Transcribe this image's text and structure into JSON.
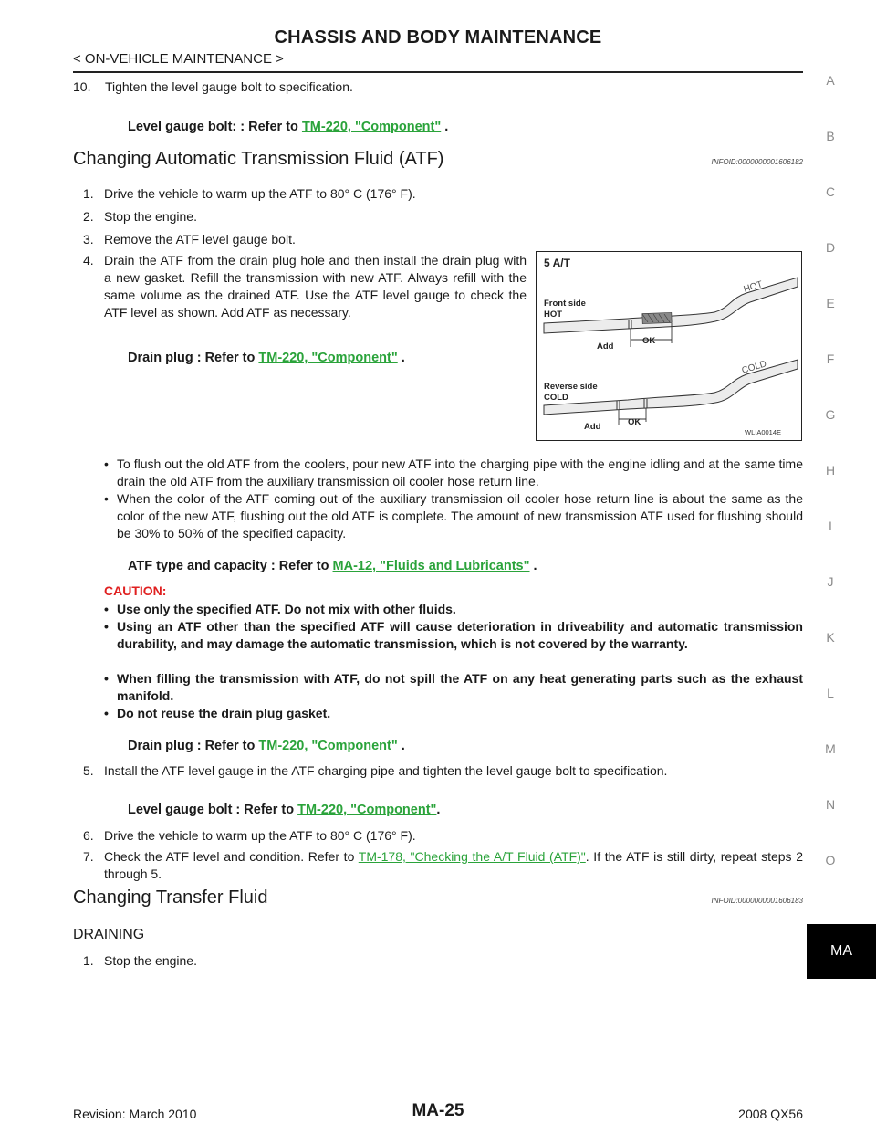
{
  "header": {
    "title": "CHASSIS AND BODY MAINTENANCE",
    "breadcrumb": "< ON-VEHICLE MAINTENANCE >"
  },
  "side_index": [
    "A",
    "B",
    "C",
    "D",
    "E",
    "F",
    "G",
    "H",
    "I",
    "J",
    "K",
    "L",
    "M",
    "N",
    "O"
  ],
  "section_tab": "MA",
  "top": {
    "step10_num": "10.",
    "step10_text": "Tighten the level gauge bolt to specification.",
    "spec_label": "Level gauge bolt:    : Refer to ",
    "spec_link": "TM-220, \"Component\"",
    "spec_tail": " ."
  },
  "atf": {
    "heading": "Changing Automatic Transmission Fluid (ATF)",
    "infoid": "INFOID:0000000001606182",
    "steps": [
      {
        "num": "1.",
        "text": "Drive the vehicle to warm up the ATF to 80° C (176° F)."
      },
      {
        "num": "2.",
        "text": "Stop the engine."
      },
      {
        "num": "3.",
        "text": "Remove the ATF level gauge bolt."
      },
      {
        "num": "4.",
        "text": "Drain the ATF from the drain plug hole and then install the drain plug with a new gasket. Refill the transmission with new ATF. Always refill with the same volume as the drained ATF. Use the ATF level gauge to check the ATF level as shown. Add ATF as necessary."
      }
    ],
    "drain_spec": {
      "label": "Drain plug        : Refer to ",
      "link": "TM-220, \"Component\"",
      "tail": " ."
    },
    "bullets": [
      "To flush out the old ATF from the coolers, pour new ATF into the charging pipe with the engine idling and at the same time drain the old ATF from the auxiliary transmission oil cooler hose return line.",
      "When the color of the ATF coming out of the auxiliary transmission oil cooler hose return line is about the same as the color of the new ATF, flushing out the old ATF is complete. The amount of new transmission ATF used for flushing should be 30% to 50% of the specified capacity."
    ],
    "type_spec": {
      "label": "ATF type and capacity          : Refer to ",
      "link": "MA-12, \"Fluids and Lubricants\"",
      "tail": " ."
    },
    "caution_title": "CAUTION:",
    "cautions": [
      "Use only the specified ATF. Do not mix with other fluids.",
      "Using an ATF other than the specified ATF will cause deterioration in driveability and automatic transmission durability, and may damage the automatic transmission, which is not covered by the warranty.",
      "When filling the transmission with ATF, do not spill the ATF on any heat generating parts such as the exhaust manifold.",
      "Do not reuse the drain plug gasket."
    ],
    "drain_spec2": {
      "label": "Drain plug        : Refer to ",
      "link": "TM-220, \"Component\"",
      "tail": " ."
    },
    "step5": {
      "num": "5.",
      "text": "Install the ATF level gauge in the ATF charging pipe and tighten the level gauge bolt to specification."
    },
    "gauge_spec": {
      "label": "Level gauge bolt     : Refer to ",
      "link": "TM-220, \"Component\"",
      "tail": "."
    },
    "step6": {
      "num": "6.",
      "text": "Drive the vehicle to warm up the ATF to 80° C (176° F)."
    },
    "step7": {
      "num": "7.",
      "pre": "Check the ATF level and condition. Refer to ",
      "link": "TM-178, \"Checking the A/T Fluid (ATF)\"",
      "post": ". If the ATF is still dirty, repeat steps 2 through 5."
    }
  },
  "figure": {
    "title": "5 A/T",
    "front_side": "Front side",
    "hot": "HOT",
    "reverse_side": "Reverse side",
    "cold": "COLD",
    "gauge_hot": "HOT",
    "gauge_cold": "COLD",
    "add": "Add",
    "ok": "OK",
    "code": "WLIA0014E"
  },
  "transfer": {
    "heading": "Changing Transfer Fluid",
    "infoid": "INFOID:0000000001606183",
    "subheading": "DRAINING",
    "step1": {
      "num": "1.",
      "text": "Stop the engine."
    }
  },
  "footer": {
    "revision": "Revision: March 2010",
    "page": "MA-25",
    "model": "2008 QX56"
  }
}
